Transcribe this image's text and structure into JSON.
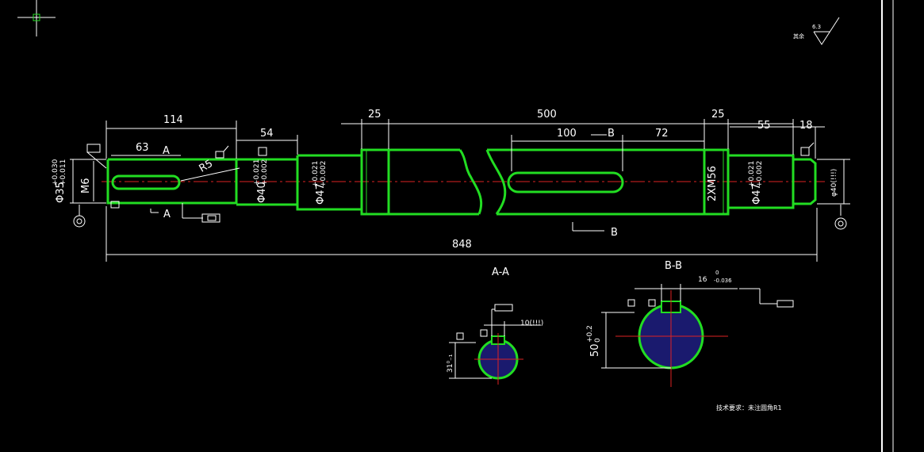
{
  "drawing": {
    "roughness": {
      "label": "其余",
      "value": "6.3"
    },
    "dimensions": {
      "d114": "114",
      "d54": "54",
      "d25a": "25",
      "d500": "500",
      "d25b": "25",
      "d55": "55",
      "d18": "18",
      "d63": "63",
      "d100": "100",
      "d72": "72",
      "d848": "848",
      "r5": "R5"
    },
    "diameters": {
      "dia35": "Φ35",
      "dia35_tol_up": "+0.030",
      "dia35_tol_lo": "+0.011",
      "m6": "M6",
      "dia40": "Φ40",
      "dia40_tol_up": "+0.021",
      "dia40_tol_lo": "+0.002",
      "dia47a": "Φ47",
      "dia47a_tol_up": "+0.021",
      "dia47a_tol_lo": "+0.002",
      "m56": "2XM56",
      "dia47b": "Φ47",
      "dia47b_tol_up": "+0.021",
      "dia47b_tol_lo": "+0.002",
      "dia40end": "φ40(!!!)"
    },
    "section_marks": {
      "a_top": "A",
      "a_bottom": "A",
      "b_top": "B",
      "b_bottom": "B"
    },
    "sections": {
      "aa": {
        "title": "A-A",
        "depth": "31⁰₋₁",
        "width": "10(!!!)"
      },
      "bb": {
        "title": "B-B",
        "width": "16",
        "width_tol_up": "0",
        "width_tol_lo": "-0.036",
        "depth": "50",
        "depth_tol_up": "+0.2",
        "depth_tol_lo": "0"
      }
    },
    "tech_req": "技术要求：未注圆角R1"
  }
}
